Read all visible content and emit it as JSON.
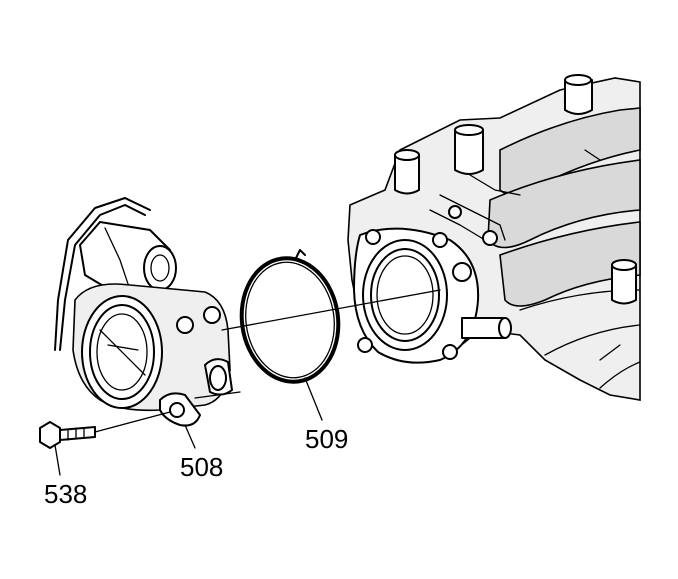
{
  "callouts": {
    "c538": "538",
    "c508": "508",
    "c509": "509"
  },
  "colors": {
    "line": "#000000",
    "background": "#ffffff",
    "shade": "#d9d9d9"
  }
}
